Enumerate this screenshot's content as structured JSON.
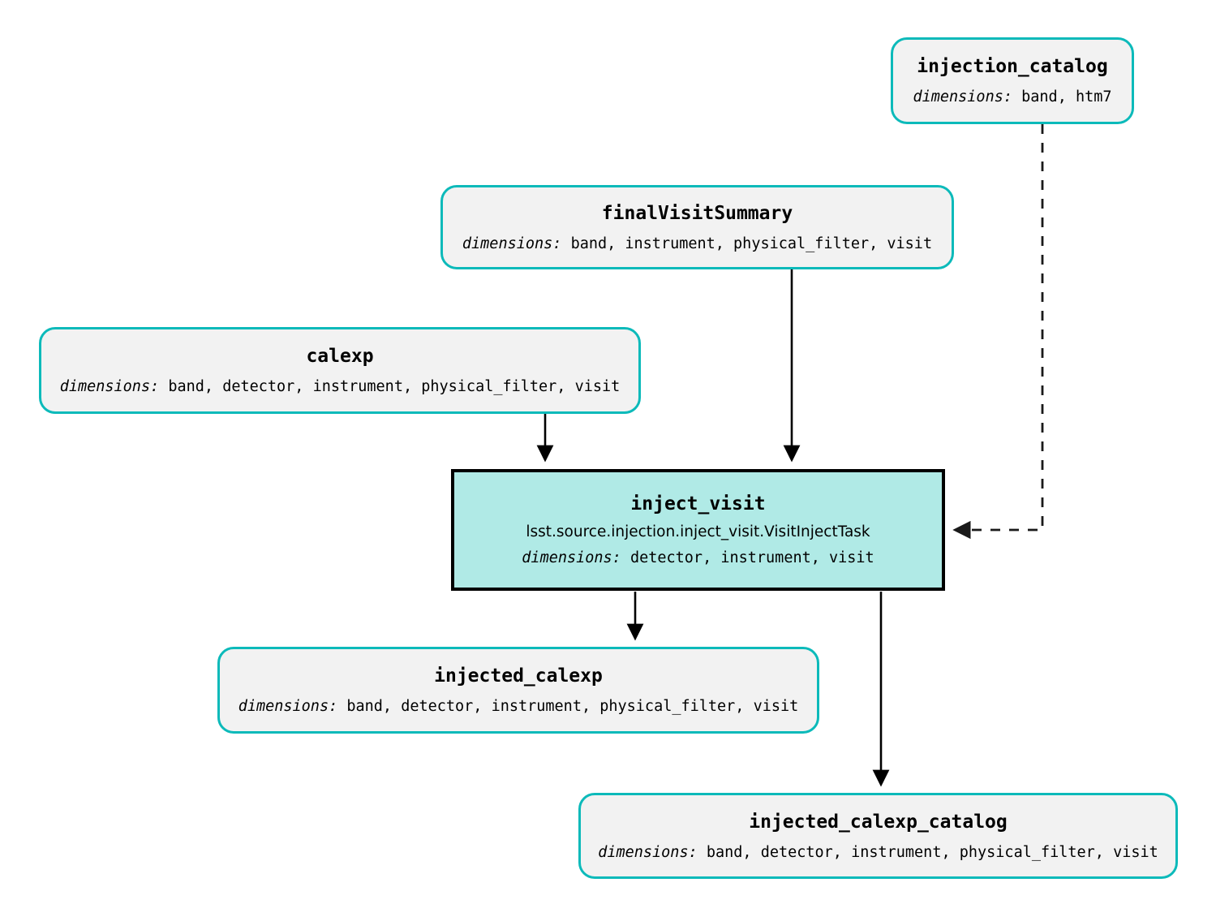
{
  "graph": {
    "type": "pipeline-dag",
    "colors": {
      "dataset_border": "#0cbaba",
      "dataset_fill": "#f2f2f2",
      "task_border": "#000000",
      "task_fill": "#b0eae6",
      "edge_solid": "#000000",
      "edge_dashed": "#1a1a1a"
    },
    "dimensions_label": "dimensions:",
    "nodes": {
      "injection_catalog": {
        "title": "injection_catalog",
        "kind": "dataset",
        "dimensions_label": "dimensions:",
        "dimensions": "band, htm7"
      },
      "finalVisitSummary": {
        "title": "finalVisitSummary",
        "kind": "dataset",
        "dimensions_label": "dimensions:",
        "dimensions": "band, instrument, physical_filter, visit"
      },
      "calexp": {
        "title": "calexp",
        "kind": "dataset",
        "dimensions_label": "dimensions:",
        "dimensions": "band, detector, instrument, physical_filter, visit"
      },
      "inject_visit": {
        "title": "inject_visit",
        "kind": "task",
        "task_path": "lsst.source.injection.inject_visit.VisitInjectTask",
        "dimensions_label": "dimensions:",
        "dimensions": "detector, instrument, visit"
      },
      "injected_calexp": {
        "title": "injected_calexp",
        "kind": "dataset",
        "dimensions_label": "dimensions:",
        "dimensions": "band, detector, instrument, physical_filter, visit"
      },
      "injected_calexp_catalog": {
        "title": "injected_calexp_catalog",
        "kind": "dataset",
        "dimensions_label": "dimensions:",
        "dimensions": "band, detector, instrument, physical_filter, visit"
      }
    },
    "edges": [
      {
        "from": "injection_catalog",
        "to": "inject_visit",
        "style": "dashed"
      },
      {
        "from": "finalVisitSummary",
        "to": "inject_visit",
        "style": "solid"
      },
      {
        "from": "calexp",
        "to": "inject_visit",
        "style": "solid"
      },
      {
        "from": "inject_visit",
        "to": "injected_calexp",
        "style": "solid"
      },
      {
        "from": "inject_visit",
        "to": "injected_calexp_catalog",
        "style": "solid"
      }
    ]
  }
}
